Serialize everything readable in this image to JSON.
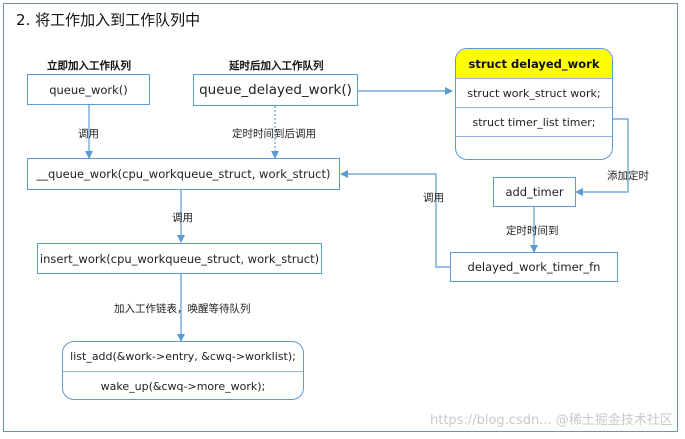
{
  "title": "2. 将工作加入到工作队列中",
  "labels": {
    "immediate": "立即加入工作队列",
    "delayed": "延时后加入工作队列",
    "call1": "调用",
    "timer_expire": "定时时间到后调用",
    "call2": "调用",
    "call3": "调用",
    "add_timer_label": "添加定时",
    "timer_reached": "定时时间到",
    "add_to_list": "加入工作链表，唤醒等待队列"
  },
  "boxes": {
    "queue_work": "queue_work()",
    "queue_delayed_work": "queue_delayed_work()",
    "queue_work_internal": "__queue_work(cpu_workqueue_struct,  work_struct)",
    "insert_work": "insert_work(cpu_workqueue_struct, work_struct)",
    "add_timer": "add_timer",
    "delayed_work_timer_fn": "delayed_work_timer_fn"
  },
  "struct": {
    "header": "struct delayed_work",
    "field1": "struct work_struct work;",
    "field2": "struct timer_list timer;"
  },
  "list_box": {
    "line1": "list_add(&work->entry, &cwq->worklist);",
    "line2": "wake_up(&cwq->more_work);"
  },
  "watermark": "https://blog.csdn... @稀土掘金技术社区",
  "colors": {
    "border": "#5b9bd5",
    "arrow": "#5b9bd5",
    "header_fill": "#ffff00"
  }
}
